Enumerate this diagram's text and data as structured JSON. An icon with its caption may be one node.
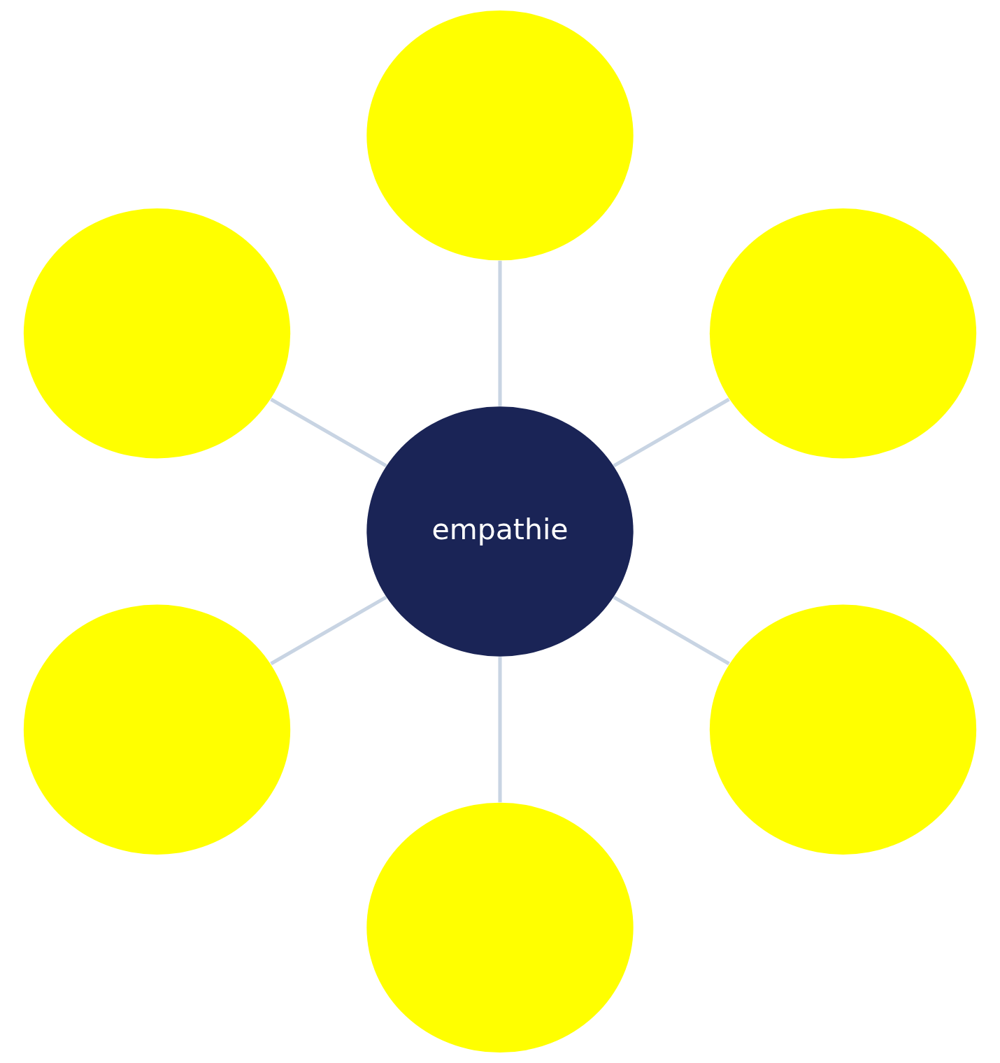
{
  "diagram": {
    "nodes": [
      {
        "text": [],
        "shape": "circle"
      },
      {
        "text": [],
        "shape": "circle"
      },
      {
        "text": [],
        "shape": "circle"
      },
      {
        "text": [
          "empathie"
        ]
      },
      {
        "text": [],
        "shape": "circle"
      },
      {
        "text": [],
        "shape": "circle"
      },
      {
        "text": [],
        "shape": "circle"
      }
    ],
    "edges": [
      {
        "from": 3,
        "to": 0,
        "arrow": "none"
      },
      {
        "from": 3,
        "to": 2,
        "arrow": "none"
      },
      {
        "from": 3,
        "to": 5,
        "arrow": "none"
      },
      {
        "from": 3,
        "to": 6,
        "arrow": "none"
      },
      {
        "from": 3,
        "to": 4,
        "arrow": "none"
      },
      {
        "from": 3,
        "to": 1,
        "arrow": "none"
      }
    ]
  }
}
